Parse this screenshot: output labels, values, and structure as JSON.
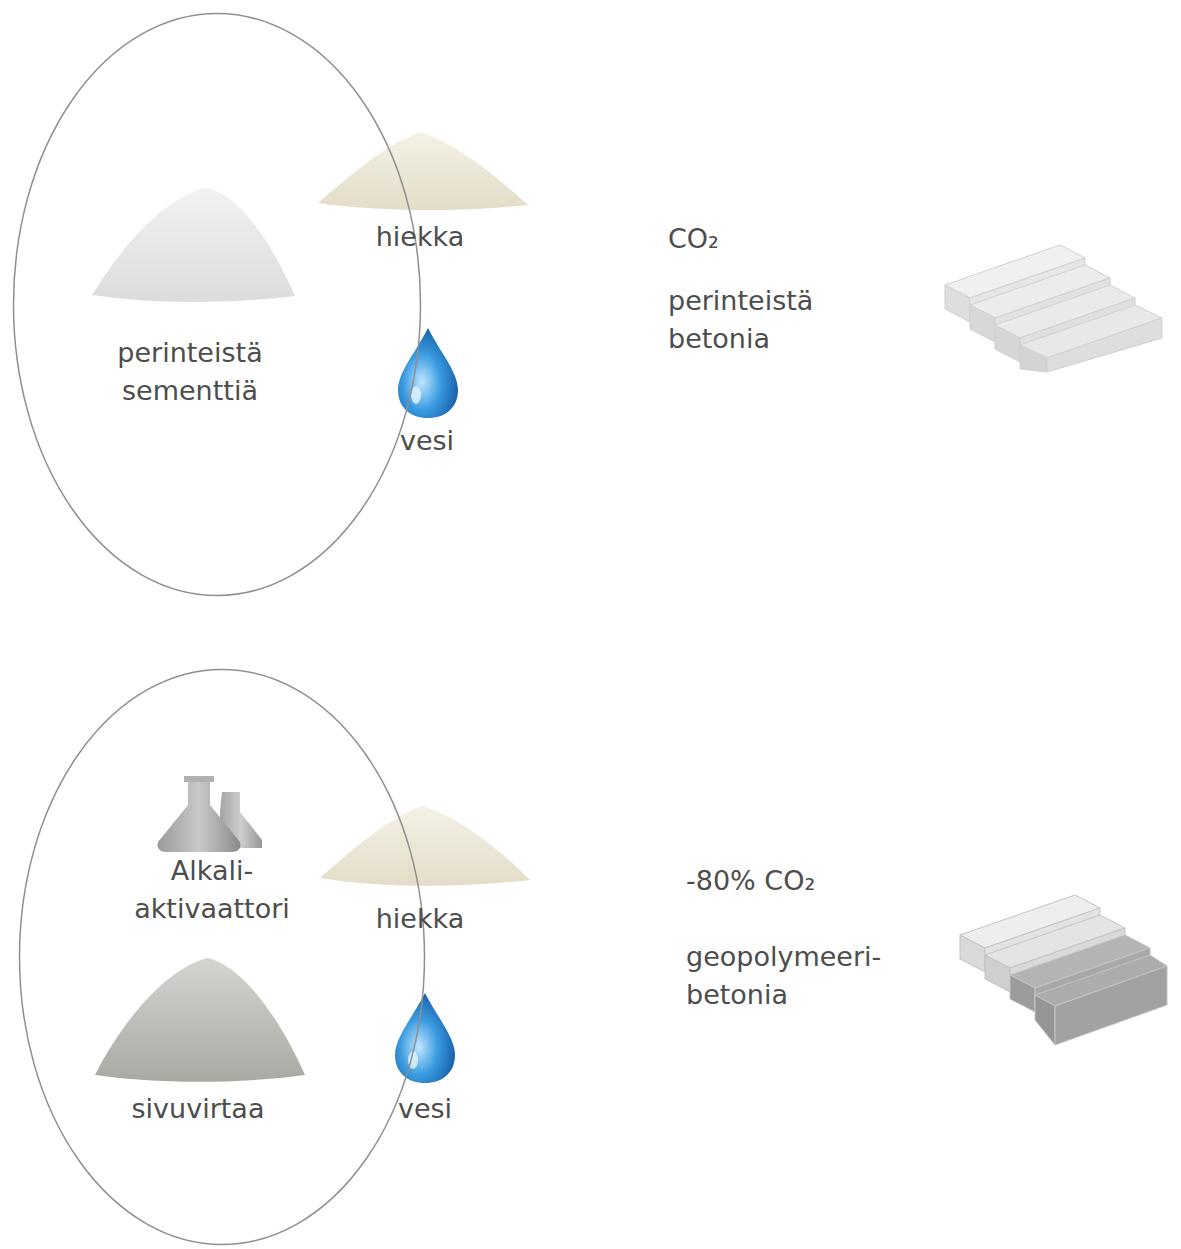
{
  "diagram": {
    "nodes": [
      {
        "text": [
          "hiekka",
          "perinteistä sementtiä",
          "vesi"
        ]
      },
      {
        "text": [
          "Alkali- aktivaattori",
          "hiekka",
          "sivuvirtaa",
          "vesi"
        ]
      }
    ],
    "labels": [
      "CO₂",
      "perinteistä betonia",
      "-80% CO₂",
      "geopolymeeri- betonia"
    ]
  }
}
